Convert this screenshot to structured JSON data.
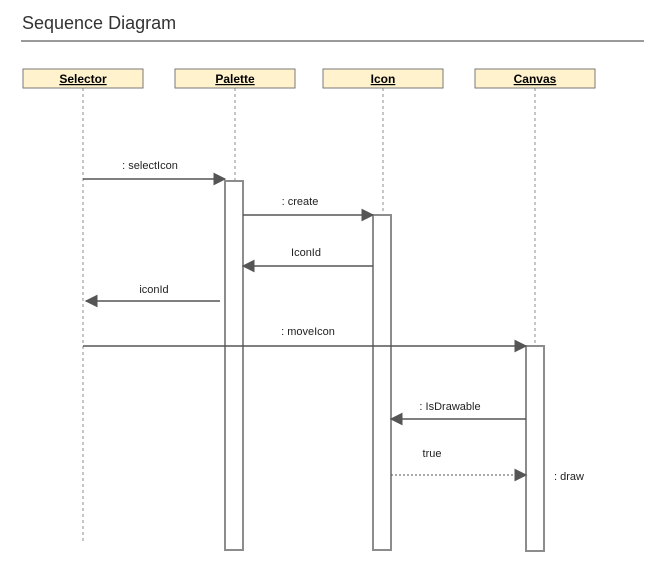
{
  "header": {
    "title": "Sequence Diagram"
  },
  "diagram": {
    "participants": [
      {
        "id": "selector",
        "name": "Selector"
      },
      {
        "id": "palette",
        "name": "Palette"
      },
      {
        "id": "icon",
        "name": "Icon"
      },
      {
        "id": "canvas",
        "name": "Canvas"
      }
    ],
    "messages": [
      {
        "id": "m1",
        "from": "selector",
        "to": "palette",
        "label": ": selectIcon",
        "kind": "sync"
      },
      {
        "id": "m2",
        "from": "palette",
        "to": "icon",
        "label": ": create",
        "kind": "sync"
      },
      {
        "id": "m3",
        "from": "icon",
        "to": "palette",
        "label": "IconId",
        "kind": "sync"
      },
      {
        "id": "m4",
        "from": "palette",
        "to": "selector",
        "label": "iconId",
        "kind": "sync"
      },
      {
        "id": "m5",
        "from": "selector",
        "to": "canvas",
        "label": ": moveIcon",
        "kind": "sync"
      },
      {
        "id": "m6",
        "from": "canvas",
        "to": "icon",
        "label": ": IsDrawable",
        "kind": "sync"
      },
      {
        "id": "m7",
        "from": "icon",
        "to": "canvas",
        "label": "true",
        "kind": "return"
      }
    ],
    "self_note": {
      "participant": "canvas",
      "label": ": draw"
    },
    "colors": {
      "header_fill": "#fff2cc",
      "header_stroke": "#7a7a7a",
      "lifeline": "#8c8c8c",
      "activation_stroke": "#8c8c8c",
      "arrow": "#555555"
    }
  }
}
